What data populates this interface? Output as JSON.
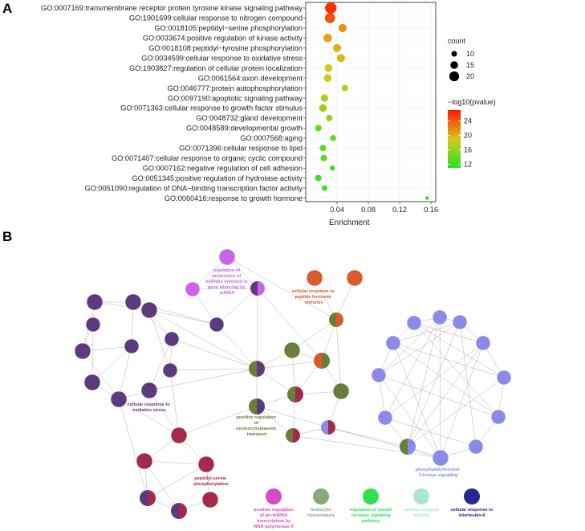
{
  "panels": {
    "a": "A",
    "b": "B"
  },
  "chart_data": [
    {
      "type": "scatter",
      "xlabel": "Enrichment",
      "ylabel": "",
      "xticks": [
        "0.04",
        "0.08",
        "0.12",
        "0.16"
      ],
      "xlim": [
        0.0,
        0.166
      ],
      "categories": [
        "GO:0007169:transmembrane receptor protein tyrosine kinase signaling pathway",
        "GO:1901699:cellular response to nitrogen compound",
        "GO:0018105:peptidyl−serine phosphorylation",
        "GO:0033674:positive regulation of kinase activity",
        "GO:0018108:peptidyl−tyrosine phosphorylation",
        "GO:0034599:cellular response to oxidative stress",
        "GO:1903827:regulation of cellular protein localization",
        "GO:0061564:axon development",
        "GO:0046777:protein autophosphorylation",
        "GO:0097190:apoptotic signaling pathway",
        "GO:0071363:cellular response to growth factor stimulus",
        "GO:0048732:gland development",
        "GO:0048589:developmental growth",
        "GO:0007568:aging",
        "GO:0071396:cellular response to lipid",
        "GO:0071407:cellular response to organic cyclic compound",
        "GO:0007162:negative regulation of cell adhesion",
        "GO:0051345:positive regulation of hydrolase activity",
        "GO:0051090:regulation of DNA−binding transcription factor activity",
        "GO:0060416:response to growth hormone"
      ],
      "enrichment": [
        0.032,
        0.031,
        0.047,
        0.028,
        0.04,
        0.045,
        0.029,
        0.028,
        0.05,
        0.024,
        0.022,
        0.03,
        0.016,
        0.035,
        0.022,
        0.023,
        0.034,
        0.016,
        0.024,
        0.155
      ],
      "count": [
        24,
        21,
        16,
        17,
        16,
        16,
        15,
        15,
        12,
        14,
        15,
        12,
        12,
        11,
        12,
        12,
        9,
        12,
        10,
        5
      ],
      "neglog10p": [
        26.0,
        24.5,
        21.5,
        20.5,
        20.0,
        19.8,
        19.0,
        18.7,
        17.8,
        17.0,
        16.5,
        16.0,
        14.0,
        13.8,
        13.5,
        13.2,
        12.8,
        12.4,
        12.2,
        11.4
      ],
      "legend": {
        "size_title": "count",
        "size_values": [
          10,
          15,
          20
        ],
        "color_title": "−log10(pvalue)",
        "color_ticks": [
          12,
          16,
          20,
          24
        ],
        "color_range": [
          11,
          27
        ],
        "color_low": "#22e22a",
        "color_mid": "#d8c61a",
        "color_high": "#ff1a00",
        "position": "right"
      },
      "grid": true
    },
    {
      "type": "network",
      "labeled_clusters": [
        {
          "label": "regulation of production of miRNAs involved in gene silencing by miRNA",
          "color": "#c964e8"
        },
        {
          "label": "cellular response to peptide hormone stimulus",
          "color": "#d95a2b"
        },
        {
          "label": "cellular response to oxidative stress",
          "color": "#5d3a7e"
        },
        {
          "label": "positive regulation of nucleocytoplasmic transport",
          "color": "#6b7d3a"
        },
        {
          "label": "peptidyl-serine phosphorylation",
          "color": "#a32a4a"
        },
        {
          "label": "phosphatidylinositol 3-kinase signaling",
          "color": "#8a8ae8"
        }
      ],
      "legend_clusters": [
        {
          "label": "positive regulation of pri-miRNA transcription by RNA polymerase II",
          "color": "#d94bc2"
        },
        {
          "label": "leukocyte homeostasis",
          "color": "#8aa87a"
        },
        {
          "label": "regulation of insulin receptor signaling pathway",
          "color": "#33dd55"
        },
        {
          "label": "nuclear receptor activity",
          "color": "#a9e6d6"
        },
        {
          "label": "cellular response to interleukin-6",
          "color": "#26268f"
        }
      ]
    }
  ]
}
